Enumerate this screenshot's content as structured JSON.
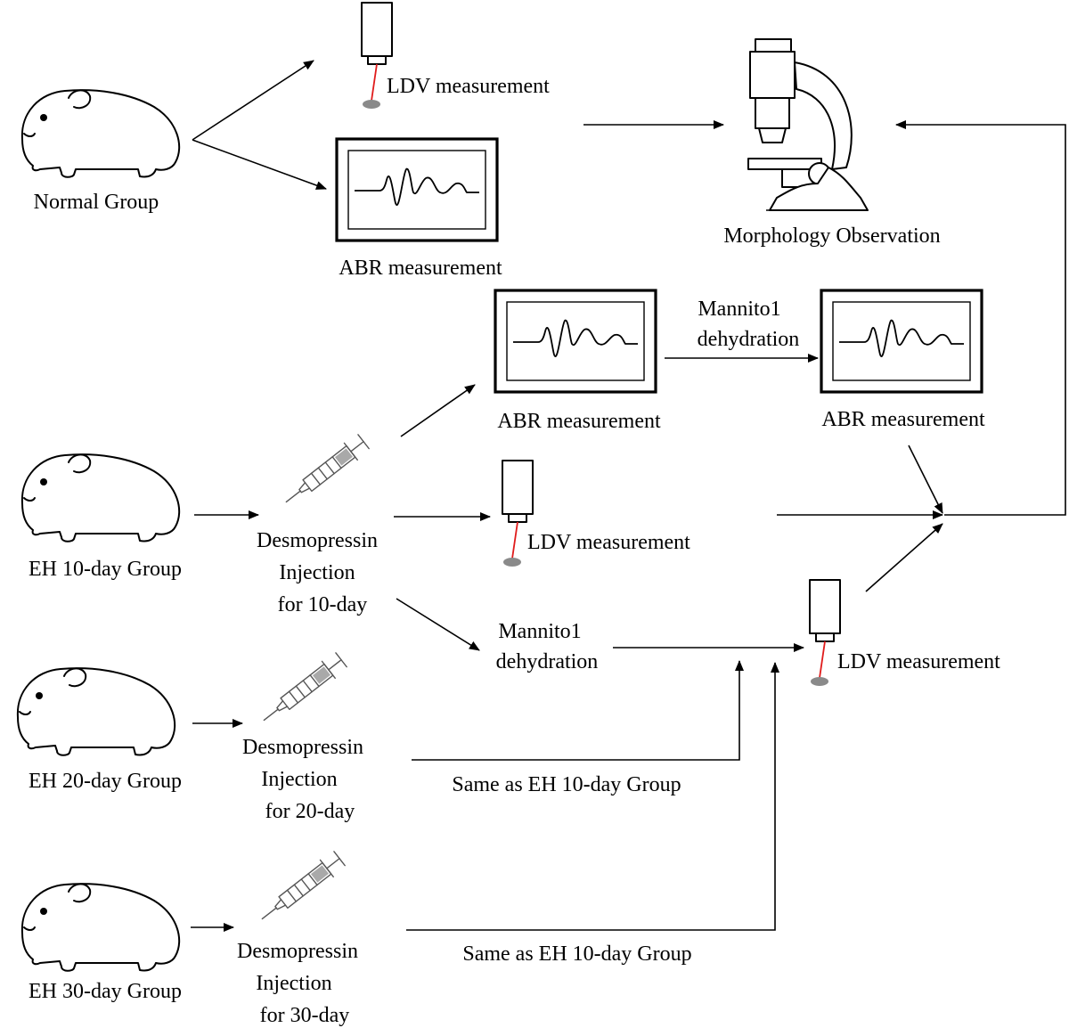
{
  "groups": {
    "normal": "Normal Group",
    "eh10": "EH 10-day Group",
    "eh20": "EH 20-day Group",
    "eh30": "EH 30-day Group"
  },
  "labels": {
    "ldv": "LDV measurement",
    "abr": "ABR measurement",
    "morphology": "Morphology  Observation",
    "mannitol_1": "Mannito1",
    "mannitol_2": "dehydration",
    "same_as": "Same as EH 10-day Group"
  },
  "injection": {
    "line1": "Desmopressin",
    "line2": "Injection",
    "eh10_line3": "for 10-day",
    "eh20_line3": "for 20-day",
    "eh30_line3": "for 30-day"
  },
  "icons": {
    "animal": "guinea-pig-icon",
    "syringe": "syringe-icon",
    "ldv": "laser-doppler-icon",
    "abr": "waveform-monitor-icon",
    "microscope": "microscope-icon"
  },
  "colors": {
    "laser_beam": "#e01b1b",
    "laser_spot": "#8a8a8a"
  }
}
